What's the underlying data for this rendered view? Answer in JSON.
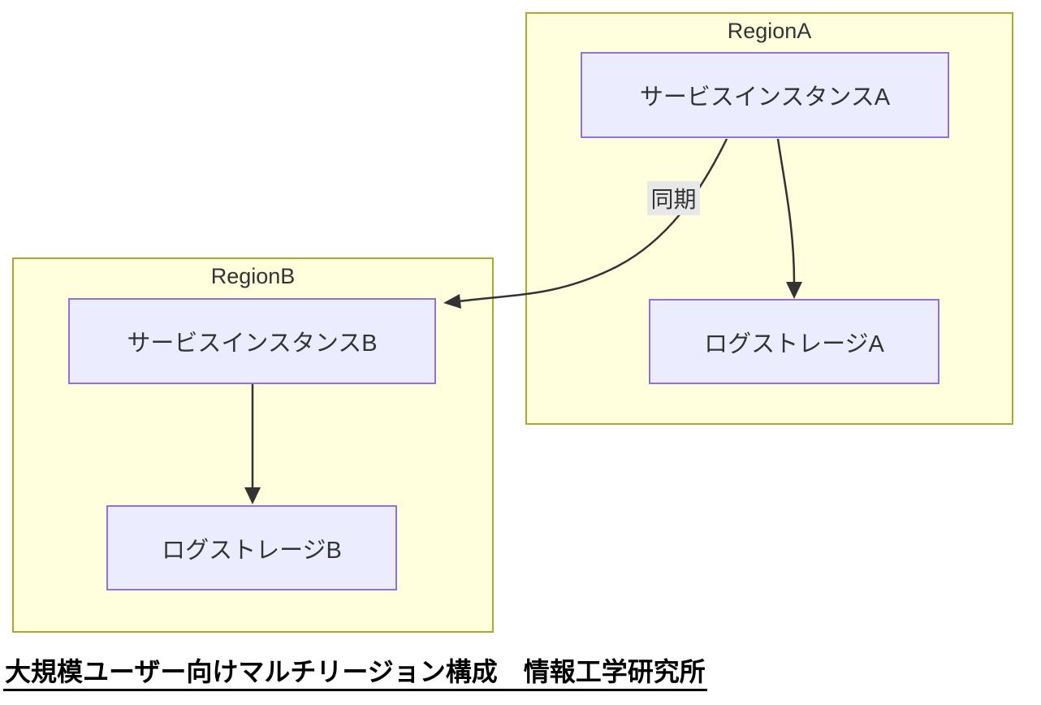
{
  "diagram": {
    "type": "flowchart",
    "clusters": [
      {
        "id": "regionA",
        "label": "RegionA",
        "nodes": [
          {
            "id": "serviceA",
            "label": "サービスインスタンスA"
          },
          {
            "id": "logA",
            "label": "ログストレージA"
          }
        ]
      },
      {
        "id": "regionB",
        "label": "RegionB",
        "nodes": [
          {
            "id": "serviceB",
            "label": "サービスインスタンスB"
          },
          {
            "id": "logB",
            "label": "ログストレージB"
          }
        ]
      }
    ],
    "edges": [
      {
        "from": "サービスインスタンスA",
        "to": "サービスインスタンスB",
        "label": "同期"
      },
      {
        "from": "サービスインスタンスA",
        "to": "ログストレージA",
        "label": ""
      },
      {
        "from": "サービスインスタンスB",
        "to": "ログストレージB",
        "label": ""
      }
    ],
    "caption": {
      "text": "大規模ユーザー向けマルチリージョン構成　情報工学研究所"
    },
    "colors": {
      "cluster_fill": "#ffffde",
      "cluster_border": "#aaaa33",
      "node_fill": "#ececff",
      "node_border": "#9370db",
      "edge": "#333333",
      "edge_label_bg": "#e8e8e8",
      "text": "#333333",
      "caption_text": "#000000"
    }
  }
}
